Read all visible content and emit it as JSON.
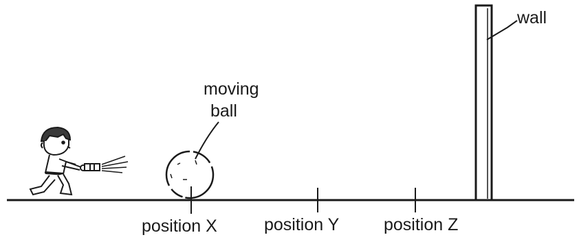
{
  "diagram": {
    "labels": {
      "moving": "moving",
      "ball": "ball",
      "wall": "wall",
      "position_x": "position X",
      "position_y": "position Y",
      "position_z": "position Z"
    },
    "colors": {
      "ink": "#1a1a1a",
      "background": "#ffffff"
    },
    "icons": {
      "person": "boy-with-torch-icon",
      "torch": "torch-icon",
      "ball": "ball-icon",
      "wall": "wall-icon"
    }
  }
}
